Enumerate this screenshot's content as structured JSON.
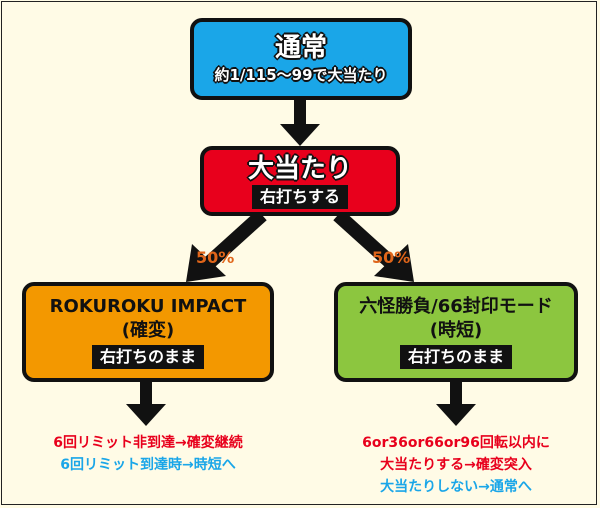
{
  "colors": {
    "normal": "#1aa6e8",
    "hit": "#e8001c",
    "rokuroku": "#f39800",
    "rokkai": "#8cc63f",
    "percent": "#e0651a",
    "note_red": "#e8001c",
    "note_blue": "#1aa6e8",
    "arrow": "#111111"
  },
  "normal": {
    "title": "通常",
    "subtitle": "約1/115〜99で大当たり"
  },
  "hit": {
    "title": "大当たり",
    "tag": "右打ちする"
  },
  "branch": {
    "left_pct": "50%",
    "right_pct": "50%"
  },
  "left_box": {
    "title": "ROKUROKU IMPACT",
    "subtitle": "(確変)",
    "tag": "右打ちのまま"
  },
  "right_box": {
    "title": "六怪勝負/66封印モード",
    "subtitle": "(時短)",
    "tag": "右打ちのまま"
  },
  "left_notes": [
    "6回リミット非到達→確変継続",
    "6回リミット到達時→時短へ"
  ],
  "right_notes": [
    "6or36or66or96回転以内に",
    "大当たりする→確変突入",
    "大当たりしない→通常へ"
  ]
}
